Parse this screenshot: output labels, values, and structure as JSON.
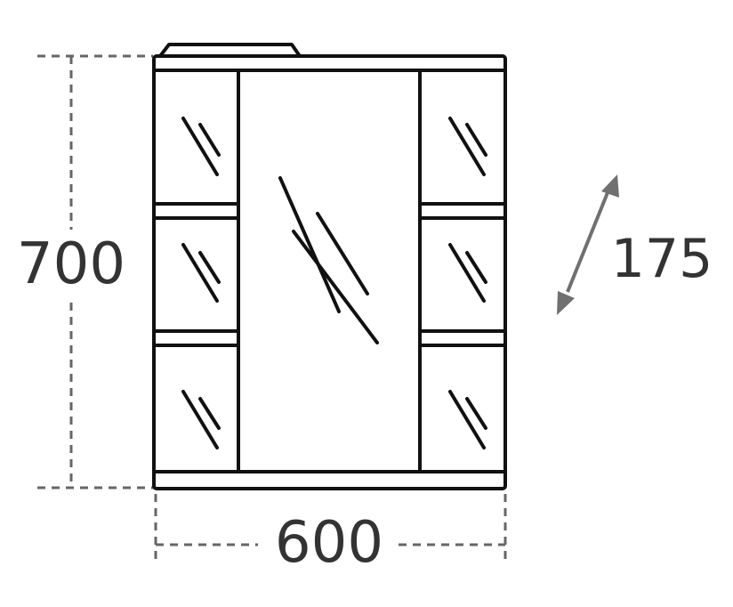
{
  "dimensions": {
    "height_value": "700",
    "width_value": "600",
    "depth_value": "175"
  },
  "colors": {
    "outline": "#111111",
    "dimension_line": "#666666",
    "text": "#333333",
    "arrow": "#707070"
  }
}
